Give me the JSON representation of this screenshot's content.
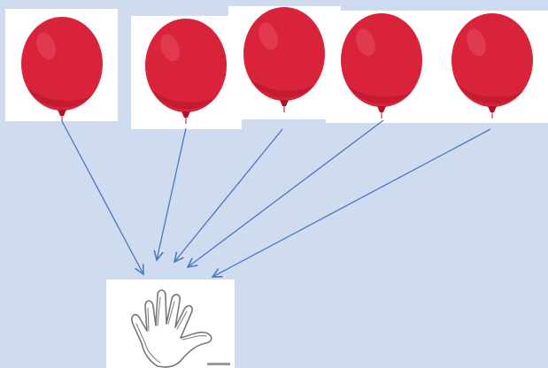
{
  "colors": {
    "background": "#cfdcf0",
    "card": "#ffffff",
    "balloon_fill": "#d8233b",
    "balloon_dark": "#b01228",
    "balloon_highlight": "#f06578",
    "arrow": "#4a78bd",
    "hand_outline": "#777777"
  },
  "diagram": {
    "balloon_count": 5,
    "balloons": [
      {
        "name": "balloon-1"
      },
      {
        "name": "balloon-2"
      },
      {
        "name": "balloon-3"
      },
      {
        "name": "balloon-4"
      },
      {
        "name": "balloon-5"
      }
    ],
    "target": {
      "name": "open-hand"
    },
    "edges": [
      {
        "from": "balloon-1",
        "to": "open-hand"
      },
      {
        "from": "balloon-2",
        "to": "open-hand"
      },
      {
        "from": "balloon-3",
        "to": "open-hand"
      },
      {
        "from": "balloon-4",
        "to": "open-hand"
      },
      {
        "from": "balloon-5",
        "to": "open-hand"
      }
    ]
  }
}
